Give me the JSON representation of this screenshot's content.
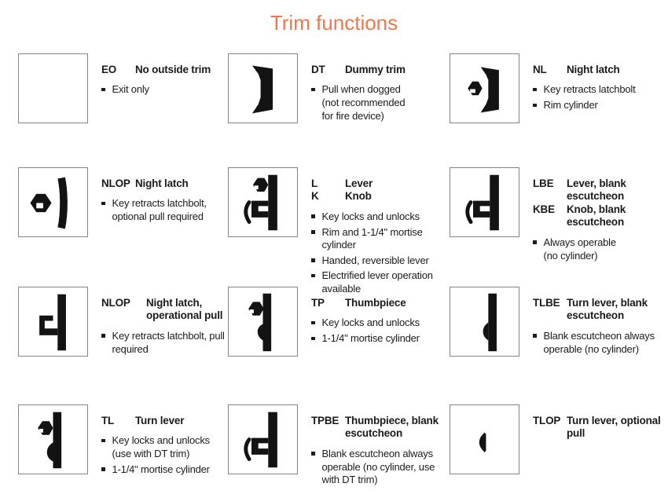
{
  "page": {
    "title": "Trim functions",
    "accent_color": "#F4764A",
    "text_color": "#1b1b1b",
    "box_border_color": "#848484",
    "background": "#ffffff"
  },
  "tiles": [
    {
      "id": "eo",
      "icon": "empty-box-icon",
      "codes": [
        {
          "code": "EO",
          "name": "No outside trim"
        }
      ],
      "bullets": [
        "Exit only"
      ]
    },
    {
      "id": "dt",
      "icon": "door-pull-icon",
      "codes": [
        {
          "code": "DT",
          "name": "Dummy trim"
        }
      ],
      "bullets": [
        "Pull when dogged (not recommended for fire device)"
      ]
    },
    {
      "id": "nl",
      "icon": "pull-with-rim-cylinder-icon",
      "codes": [
        {
          "code": "NL",
          "name": "Night latch"
        }
      ],
      "bullets": [
        "Key retracts latchbolt",
        "Rim cylinder"
      ]
    },
    {
      "id": "nlop",
      "icon": "cylinder-on-plate-icon",
      "codes": [
        {
          "code": "NLOP",
          "name": "Night latch"
        }
      ],
      "bullets": [
        "Key retracts latchbolt, optional pull required"
      ]
    },
    {
      "id": "l-k",
      "icon": "lever-with-cylinder-icon",
      "codes": [
        {
          "code": "L",
          "name": "Lever"
        },
        {
          "code": "K",
          "name": "Knob"
        }
      ],
      "bullets": [
        "Key locks and unlocks",
        "Rim and 1-1/4\" mortise cylinder",
        "Handed, reversible lever",
        "Electrified lever operation available"
      ]
    },
    {
      "id": "lbe-kbe",
      "icon": "lever-blank-escutcheon-icon",
      "codes": [
        {
          "code": "LBE",
          "name": "Lever, blank escutcheon"
        },
        {
          "code": "KBE",
          "name": "Knob, blank escutcheon"
        }
      ],
      "bullets": [
        "Always operable (no cylinder)"
      ]
    },
    {
      "id": "nlop-op",
      "icon": "operational-pull-plate-icon",
      "codes": [
        {
          "code": "NLOP",
          "name": "Night latch, operational pull"
        }
      ],
      "bullets": [
        "Key retracts latchbolt, pull required"
      ]
    },
    {
      "id": "tp",
      "icon": "thumbpiece-with-cylinder-icon",
      "codes": [
        {
          "code": "TP",
          "name": "Thumbpiece"
        }
      ],
      "bullets": [
        "Key locks and unlocks",
        "1-1/4\" mortise cylinder"
      ]
    },
    {
      "id": "tlbe",
      "icon": "turn-lever-blank-escutcheon-icon",
      "codes": [
        {
          "code": "TLBE",
          "name": "Turn lever, blank escutcheon"
        }
      ],
      "bullets": [
        "Blank escutcheon always operable (no cylinder)"
      ]
    },
    {
      "id": "tl",
      "icon": "turn-lever-with-cylinder-icon",
      "codes": [
        {
          "code": "TL",
          "name": "Turn lever"
        }
      ],
      "bullets": [
        "Key locks and unlocks (use with DT trim)",
        "1-1/4\" mortise cylinder"
      ]
    },
    {
      "id": "tpbe",
      "icon": "thumbpiece-blank-escutcheon-icon",
      "codes": [
        {
          "code": "TPBE",
          "name": "Thumbpiece, blank escutcheon"
        }
      ],
      "bullets": [
        "Blank escutcheon always operable (no cylinder, use with DT trim)"
      ]
    },
    {
      "id": "tlop",
      "icon": "turn-lever-only-icon",
      "codes": [
        {
          "code": "TLOP",
          "name": "Turn lever, optional pull"
        }
      ],
      "bullets": []
    }
  ]
}
